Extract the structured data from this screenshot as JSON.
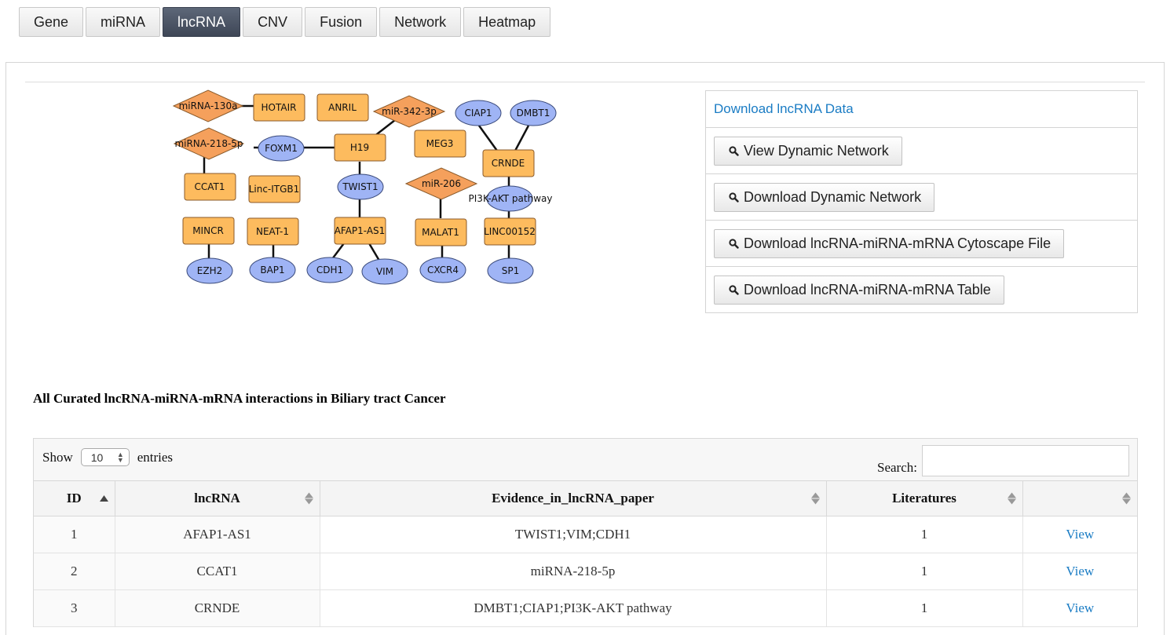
{
  "tabs": [
    {
      "label": "Gene",
      "active": false
    },
    {
      "label": "miRNA",
      "active": false
    },
    {
      "label": "lncRNA",
      "active": true
    },
    {
      "label": "CNV",
      "active": false
    },
    {
      "label": "Fusion",
      "active": false
    },
    {
      "label": "Network",
      "active": false
    },
    {
      "label": "Heatmap",
      "active": false
    }
  ],
  "network": {
    "colors": {
      "mirna": "#f5a05c",
      "lncrna": "#fdbb5e",
      "gene": "#9fb4f5"
    },
    "nodes": {
      "mirna_130a": "miRNA-130a",
      "hotair": "HOTAIR",
      "anril": "ANRIL",
      "mir_342": "miR-342-3p",
      "ciap1": "CIAP1",
      "dmbt1": "DMBT1",
      "mirna_218": "miRNA-218-5p",
      "foxm1": "FOXM1",
      "h19": "H19",
      "meg3": "MEG3",
      "crnde": "CRNDE",
      "ccat1": "CCAT1",
      "linc_itgb1": "Linc-ITGB1",
      "twist1": "TWIST1",
      "mir_206": "miR-206",
      "pi3k": "PI3K-AKT pathway",
      "mincr": "MINCR",
      "neat1": "NEAT-1",
      "afap1": "AFAP1-AS1",
      "malat1": "MALAT1",
      "linc00152": "LINC00152",
      "ezh2": "EZH2",
      "bap1": "BAP1",
      "cdh1": "CDH1",
      "vim": "VIM",
      "cxcr4": "CXCR4",
      "sp1": "SP1"
    }
  },
  "downloads": {
    "data_link": "Download lncRNA Data",
    "view_dynamic": "View Dynamic Network",
    "download_dynamic": "Download Dynamic Network",
    "cytoscape": "Download lncRNA-miRNA-mRNA Cytoscape File",
    "table": "Download lncRNA-miRNA-mRNA Table"
  },
  "section_title": "All Curated lncRNA-miRNA-mRNA interactions in Biliary tract Cancer",
  "table": {
    "show_label": "Show",
    "page_size": "10",
    "entries_label": "entries",
    "search_label": "Search:",
    "search_value": "",
    "columns": [
      "ID",
      "lncRNA",
      "Evidence_in_lncRNA_paper",
      "Literatures",
      ""
    ],
    "rows": [
      {
        "id": "1",
        "lncrna": "AFAP1-AS1",
        "evidence": "TWIST1;VIM;CDH1",
        "literatures": "1",
        "action": "View"
      },
      {
        "id": "2",
        "lncrna": "CCAT1",
        "evidence": "miRNA-218-5p",
        "literatures": "1",
        "action": "View"
      },
      {
        "id": "3",
        "lncrna": "CRNDE",
        "evidence": "DMBT1;CIAP1;PI3K-AKT pathway",
        "literatures": "1",
        "action": "View"
      }
    ]
  }
}
